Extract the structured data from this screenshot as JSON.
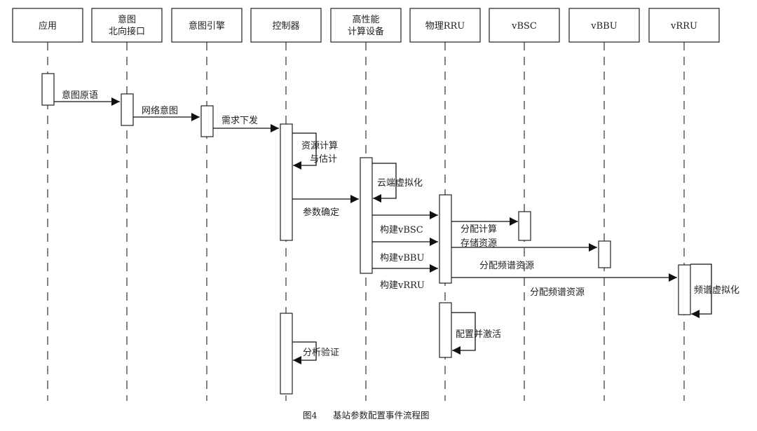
{
  "participants": [
    {
      "id": "app",
      "label": [
        "应用"
      ]
    },
    {
      "id": "nbi",
      "label": [
        "意图",
        "北向接口"
      ]
    },
    {
      "id": "engine",
      "label": [
        "意图引擎"
      ]
    },
    {
      "id": "ctrl",
      "label": [
        "控制器"
      ]
    },
    {
      "id": "hpc",
      "label": [
        "高性能",
        "计算设备"
      ]
    },
    {
      "id": "prru",
      "label": [
        "物理RRU"
      ]
    },
    {
      "id": "vbsc",
      "label": [
        "vBSC"
      ]
    },
    {
      "id": "vbbu",
      "label": [
        "vBBU"
      ]
    },
    {
      "id": "vrru",
      "label": [
        "vRRU"
      ]
    }
  ],
  "messages": [
    {
      "id": "m1",
      "from": "app",
      "to": "nbi",
      "label": [
        "意图原语"
      ]
    },
    {
      "id": "m2",
      "from": "nbi",
      "to": "engine",
      "label": [
        "网络意图"
      ]
    },
    {
      "id": "m3",
      "from": "engine",
      "to": "ctrl",
      "label": [
        "需求下发"
      ]
    },
    {
      "id": "m4",
      "from": "ctrl",
      "to": "ctrl",
      "label": [
        "资源计算",
        "与估计"
      ]
    },
    {
      "id": "m5",
      "from": "hpc",
      "to": "hpc",
      "label": [
        "云端虚拟化"
      ]
    },
    {
      "id": "m6",
      "from": "ctrl",
      "to": "hpc",
      "label": [
        "参数确定"
      ]
    },
    {
      "id": "m7",
      "from": "hpc",
      "to": "prru",
      "label": [
        "构建vBSC"
      ]
    },
    {
      "id": "m8",
      "from": "prru",
      "to": "vbsc",
      "label": [
        "分配计算",
        "存储资源"
      ]
    },
    {
      "id": "m9",
      "from": "hpc",
      "to": "prru",
      "label": [
        "构建vBBU"
      ]
    },
    {
      "id": "m10",
      "from": "prru",
      "to": "vbbu",
      "label": [
        "分配频谱资源"
      ]
    },
    {
      "id": "m11",
      "from": "hpc",
      "to": "prru",
      "label": [
        "构建vRRU"
      ]
    },
    {
      "id": "m12",
      "from": "prru",
      "to": "vrru",
      "label": [
        "分配频谱资源"
      ]
    },
    {
      "id": "m13",
      "from": "vrru",
      "to": "vrru",
      "label": [
        "频谱虚拟化"
      ]
    },
    {
      "id": "m14",
      "from": "prru",
      "to": "prru",
      "label": [
        "配置并激活"
      ]
    },
    {
      "id": "m15",
      "from": "ctrl",
      "to": "ctrl",
      "label": [
        "分析验证"
      ]
    }
  ],
  "caption": {
    "figure": "图4",
    "title": "基站参数配置事件流程图"
  }
}
